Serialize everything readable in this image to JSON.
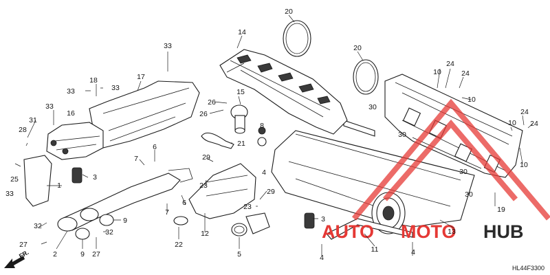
{
  "diagram_code": "HL44F3300",
  "front_marker": "FR.",
  "callouts": {
    "c20a": "20",
    "c20b": "20",
    "c14": "14",
    "c33a": "33",
    "c18": "18",
    "c17": "17",
    "c33b": "33",
    "c33c": "33",
    "c33d": "33",
    "c31": "31",
    "c16": "16",
    "c28": "28",
    "c25": "25",
    "c33e": "33",
    "c1": "1",
    "c3a": "3",
    "c6a": "6",
    "c7a": "7",
    "c6b": "6",
    "c7b": "7",
    "c32a": "32",
    "c27a": "27",
    "c2": "2",
    "c9a": "9",
    "c9b": "9",
    "c32b": "32",
    "c27b": "27",
    "c26a": "26",
    "c26b": "26",
    "c15": "15",
    "c8": "8",
    "c21": "21",
    "c29a": "29",
    "c23a": "23",
    "c4a": "4",
    "c22": "22",
    "c12": "12",
    "c29b": "29",
    "c23b": "23",
    "c5": "5",
    "c3b": "3",
    "c11": "11",
    "c4b": "4",
    "c4c": "4",
    "c13": "13",
    "c30a": "30",
    "c30b": "30",
    "c30c": "30",
    "c30d": "30",
    "c19": "19",
    "c10a": "10",
    "c24a": "24",
    "c24b": "24",
    "c10b": "10",
    "c24c": "24",
    "c10c": "10",
    "c24d": "24",
    "c10d": "10"
  },
  "watermark": {
    "part1": "AUTO",
    "part2": "MOTO",
    "part3": "HUB",
    "color_red": "#e53935",
    "color_dark": "#2b2b2b"
  }
}
